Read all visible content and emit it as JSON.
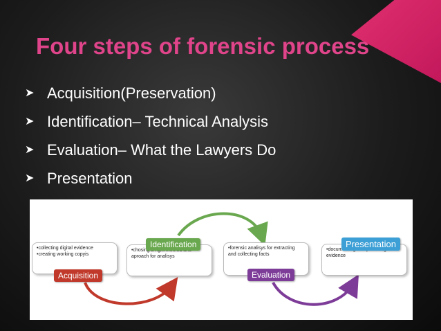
{
  "slide": {
    "title": "Four steps of forensic process",
    "bullets": [
      "Acquisition(Preservation)",
      "Identification– Technical Analysis",
      "Evaluation– What the Lawyers Do",
      "Presentation"
    ]
  },
  "diagram": {
    "steps": [
      {
        "label": "Acquisition",
        "text": "•collecting digital evidence\n•creating working copyis"
      },
      {
        "label": "Identification",
        "text": "•chosing a right method and aproach for analisys"
      },
      {
        "label": "Evaluation",
        "text": "•forensic analisys for extracting and collecting facts"
      },
      {
        "label": "Presentation",
        "text": "•documenting and presentig an evidence"
      }
    ]
  },
  "colors": {
    "accent": "#e0448a",
    "acquisition": "#c0392b",
    "identification": "#6aa84f",
    "evaluation": "#7d3c98",
    "presentation": "#3c9fd6"
  }
}
